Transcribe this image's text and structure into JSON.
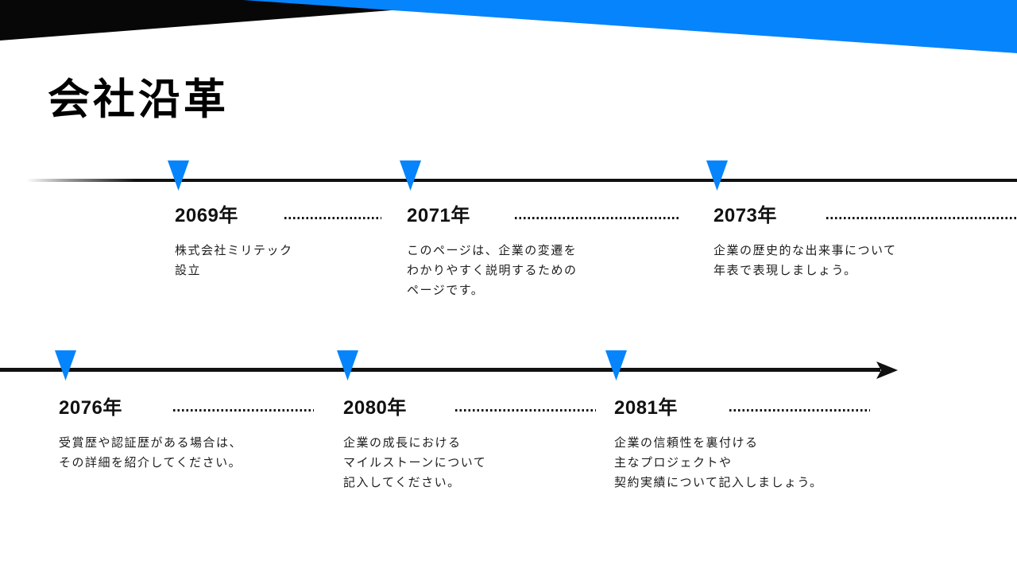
{
  "slide": {
    "title": "会社沿革",
    "colors": {
      "accent_blue": "#0684fc",
      "ink": "#111111",
      "background": "#ffffff"
    }
  },
  "timeline": {
    "rows": [
      {
        "name": "upper",
        "items": [
          {
            "year": "2069年",
            "description": "株式会社ミリテック\n設立"
          },
          {
            "year": "2071年",
            "description": "このページは、企業の変遷を\nわかりやすく説明するための\nページです。"
          },
          {
            "year": "2073年",
            "description": "企業の歴史的な出来事について\n年表で表現しましょう。"
          }
        ]
      },
      {
        "name": "lower",
        "items": [
          {
            "year": "2076年",
            "description": "受賞歴や認証歴がある場合は、\nその詳細を紹介してください。"
          },
          {
            "year": "2080年",
            "description": "企業の成長における\nマイルストーンについて\n記入してください。"
          },
          {
            "year": "2081年",
            "description": "企業の信頼性を裏付ける\n主なプロジェクトや\n契約実績について記入しましょう。"
          }
        ]
      }
    ]
  }
}
